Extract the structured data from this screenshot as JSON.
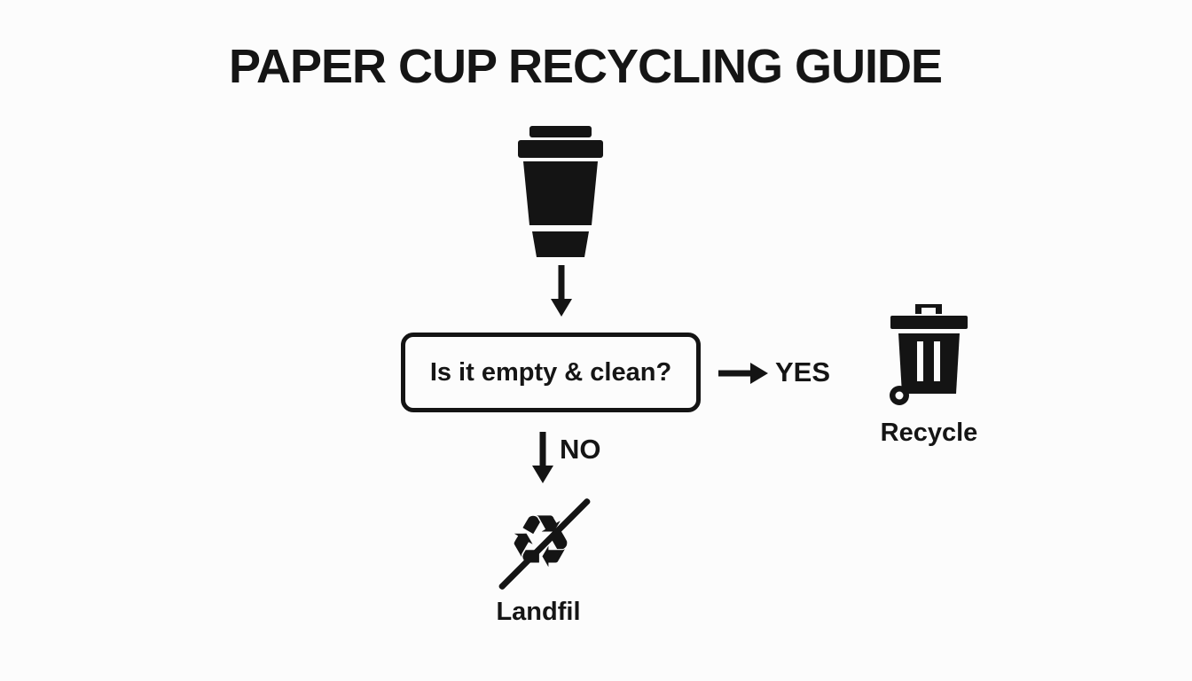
{
  "title": "PAPER CUP RECYCLING GUIDE",
  "flow": {
    "start_icon": "paper-cup-icon",
    "question": "Is it empty & clean?",
    "yes_label": "YES",
    "no_label": "NO",
    "yes_outcome": {
      "icon": "recycle-bin-icon",
      "label": "Recycle"
    },
    "no_outcome": {
      "icon": "no-recycling-icon",
      "label": "Landfil"
    }
  },
  "colors": {
    "ink": "#141414",
    "background": "#fcfcfc"
  }
}
